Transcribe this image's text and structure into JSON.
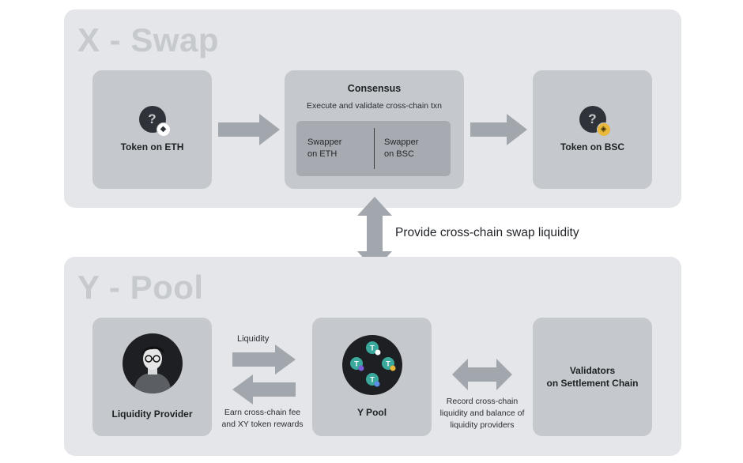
{
  "xswap": {
    "title": "X - Swap",
    "token_eth": {
      "label": "Token on ETH",
      "coin_glyph": "?",
      "badge_glyph": "◆",
      "badge_icon": "ethereum-icon"
    },
    "consensus": {
      "title": "Consensus",
      "subtitle": "Execute and validate cross-chain txn",
      "left_cell": [
        "Swapper",
        "on ETH"
      ],
      "right_cell": [
        "Swapper",
        "on BSC"
      ]
    },
    "token_bsc": {
      "label": "Token on BSC",
      "coin_glyph": "?",
      "badge_glyph": "◈",
      "badge_icon": "bnb-icon"
    }
  },
  "middle": {
    "label": "Provide cross-chain swap liquidity"
  },
  "ypool": {
    "title": "Y - Pool",
    "provider": {
      "label": "Liquidity Provider"
    },
    "liquidity_top": "Liquidity",
    "rewards": [
      "Earn cross-chain fee",
      "and XY token rewards"
    ],
    "pool": {
      "label": "Y Pool",
      "token_glyph": "T"
    },
    "record": [
      "Record cross-chain",
      "liquidity and balance of",
      "liquidity providers"
    ],
    "validators": [
      "Validators",
      "on Settlement Chain"
    ]
  },
  "colors": {
    "panel": "#e4e6e9",
    "box": "#c5c8cc",
    "arrow": "#a2a7ad",
    "dark": "#2f3238",
    "bsc_accent": "#e9b73b",
    "pool_teal": "#3aa89c"
  }
}
